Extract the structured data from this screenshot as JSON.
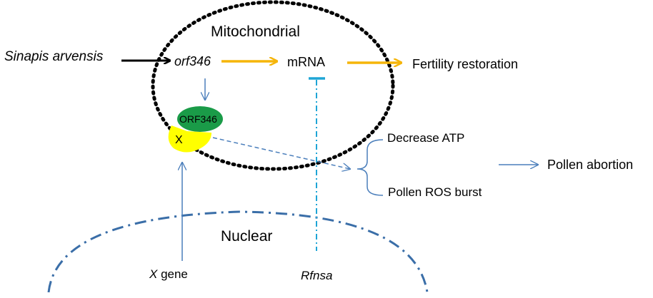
{
  "compartments": {
    "mitochondrial": "Mitochondrial",
    "nuclear": "Nuclear"
  },
  "labels": {
    "source": "Sinapis arvensis",
    "gene_orf": "orf346",
    "mrna": "mRNA",
    "fertility": "Fertility restoration",
    "protein": "ORF346",
    "x_protein": "X",
    "decrease_atp": "Decrease ATP",
    "pollen_ros": "Pollen ROS burst",
    "pollen_abortion": "Pollen abortion",
    "x_gene_prefix": "X",
    "x_gene_suffix": " gene",
    "rfnsa": "Rfnsa"
  },
  "colors": {
    "arrow_orange": "#f5b50a",
    "arrow_blue": "#4a7ebb",
    "inhibit_cyan": "#1fa5d6",
    "nucleus_dash": "#3a6ea8",
    "orf346_green": "#1a9b48",
    "x_yellow": "#ffff00",
    "black": "#000000"
  }
}
